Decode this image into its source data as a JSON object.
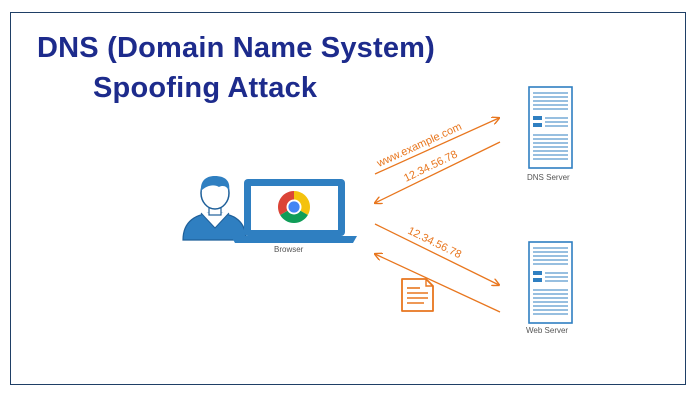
{
  "title": {
    "line1": "DNS (Domain Name System)",
    "line2": "Spoofing Attack"
  },
  "nodes": {
    "browser_label": "Browser",
    "dns_server_label": "DNS Server",
    "web_server_label": "Web Server"
  },
  "messages": {
    "dns_query": "www.example.com",
    "dns_response": "12.34.56.78",
    "web_request": "12.34.56.78"
  },
  "icons": {
    "user": "user-icon",
    "laptop": "laptop-icon",
    "browser": "chrome-icon",
    "dns_server": "server-icon",
    "web_server": "server-icon",
    "document": "document-icon"
  },
  "colors": {
    "title": "#1d2b8c",
    "icon_blue": "#2f7fc1",
    "arrow_orange": "#e8761e",
    "border": "#1f3f66"
  }
}
